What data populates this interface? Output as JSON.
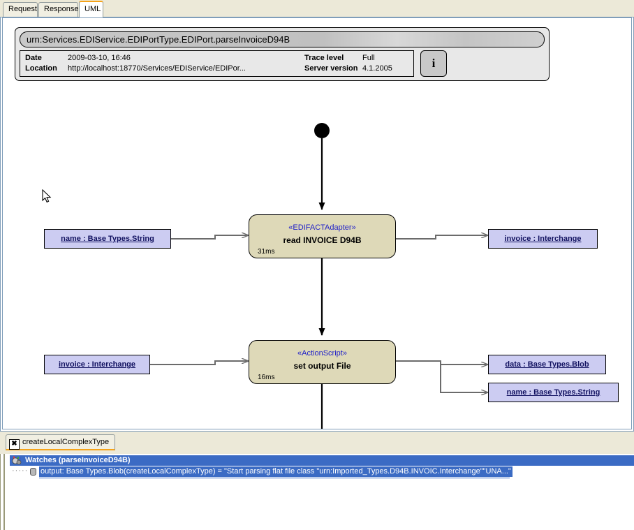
{
  "top_tabs": [
    {
      "label": "Request",
      "active": false
    },
    {
      "label": "Response",
      "active": false
    },
    {
      "label": "UML",
      "active": true
    }
  ],
  "info": {
    "title": "urn:Services.EDIService.EDIPortType.EDIPort.parseInvoiceD94B",
    "date_label": "Date",
    "date_value": "2009-03-10, 16:46",
    "location_label": "Location",
    "location_value": "http://localhost:18770/Services/EDIService/EDIPor...",
    "trace_label": "Trace level",
    "trace_value": "Full",
    "server_label": "Server version",
    "server_value": "4.1.2005",
    "info_button": "i"
  },
  "diagram": {
    "initial_node": "initial-node",
    "activities": [
      {
        "stereotype": "«EDIFACTAdapter»",
        "name": "read INVOICE D94B",
        "duration": "31ms"
      },
      {
        "stereotype": "«ActionScript»",
        "name": "set output File",
        "duration": "16ms"
      }
    ],
    "inputs": [
      {
        "label": "name : Base Types.String"
      },
      {
        "label": "invoice : Interchange"
      }
    ],
    "outputs": [
      {
        "label": "invoice : Interchange"
      },
      {
        "label": "data : Base Types.Blob"
      },
      {
        "label": "name : Base Types.String"
      }
    ],
    "colors": {
      "activity_fill": "#ded9b8",
      "pin_fill": "#ccccf2",
      "stereotype_text": "#1e1ec8",
      "pin_text": "#111160",
      "connector": "#6b6b6b"
    }
  },
  "bottom_tabs": [
    {
      "label": "createLocalComplexType",
      "icon": "close-x-icon",
      "active": true
    }
  ],
  "watches": {
    "title": "Watches (parseInvoiceD94B)",
    "rows": [
      {
        "text": "output: Base Types.Blob(createLocalComplexType) = \"Start parsing flat file class \"urn:Imported_Types.D94B.INVOIC.Interchange\"\"UNA...\""
      }
    ],
    "selection_color": "#3b6bc4"
  }
}
